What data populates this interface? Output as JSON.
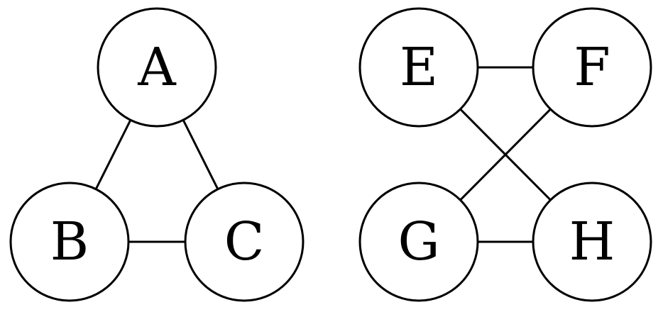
{
  "graphs": [
    {
      "nodes": [
        {
          "id": "A",
          "label": "A"
        },
        {
          "id": "B",
          "label": "B"
        },
        {
          "id": "C",
          "label": "C"
        }
      ],
      "edges": [
        {
          "from": "A",
          "to": "B"
        },
        {
          "from": "A",
          "to": "C"
        },
        {
          "from": "B",
          "to": "C"
        }
      ]
    },
    {
      "nodes": [
        {
          "id": "E",
          "label": "E"
        },
        {
          "id": "F",
          "label": "F"
        },
        {
          "id": "G",
          "label": "G"
        },
        {
          "id": "H",
          "label": "H"
        }
      ],
      "edges": [
        {
          "from": "E",
          "to": "F"
        },
        {
          "from": "E",
          "to": "H"
        },
        {
          "from": "F",
          "to": "G"
        },
        {
          "from": "G",
          "to": "H"
        }
      ]
    }
  ],
  "colors": {
    "stroke": "#000000",
    "node_fill": "#ffffff",
    "background": "#ffffff"
  }
}
